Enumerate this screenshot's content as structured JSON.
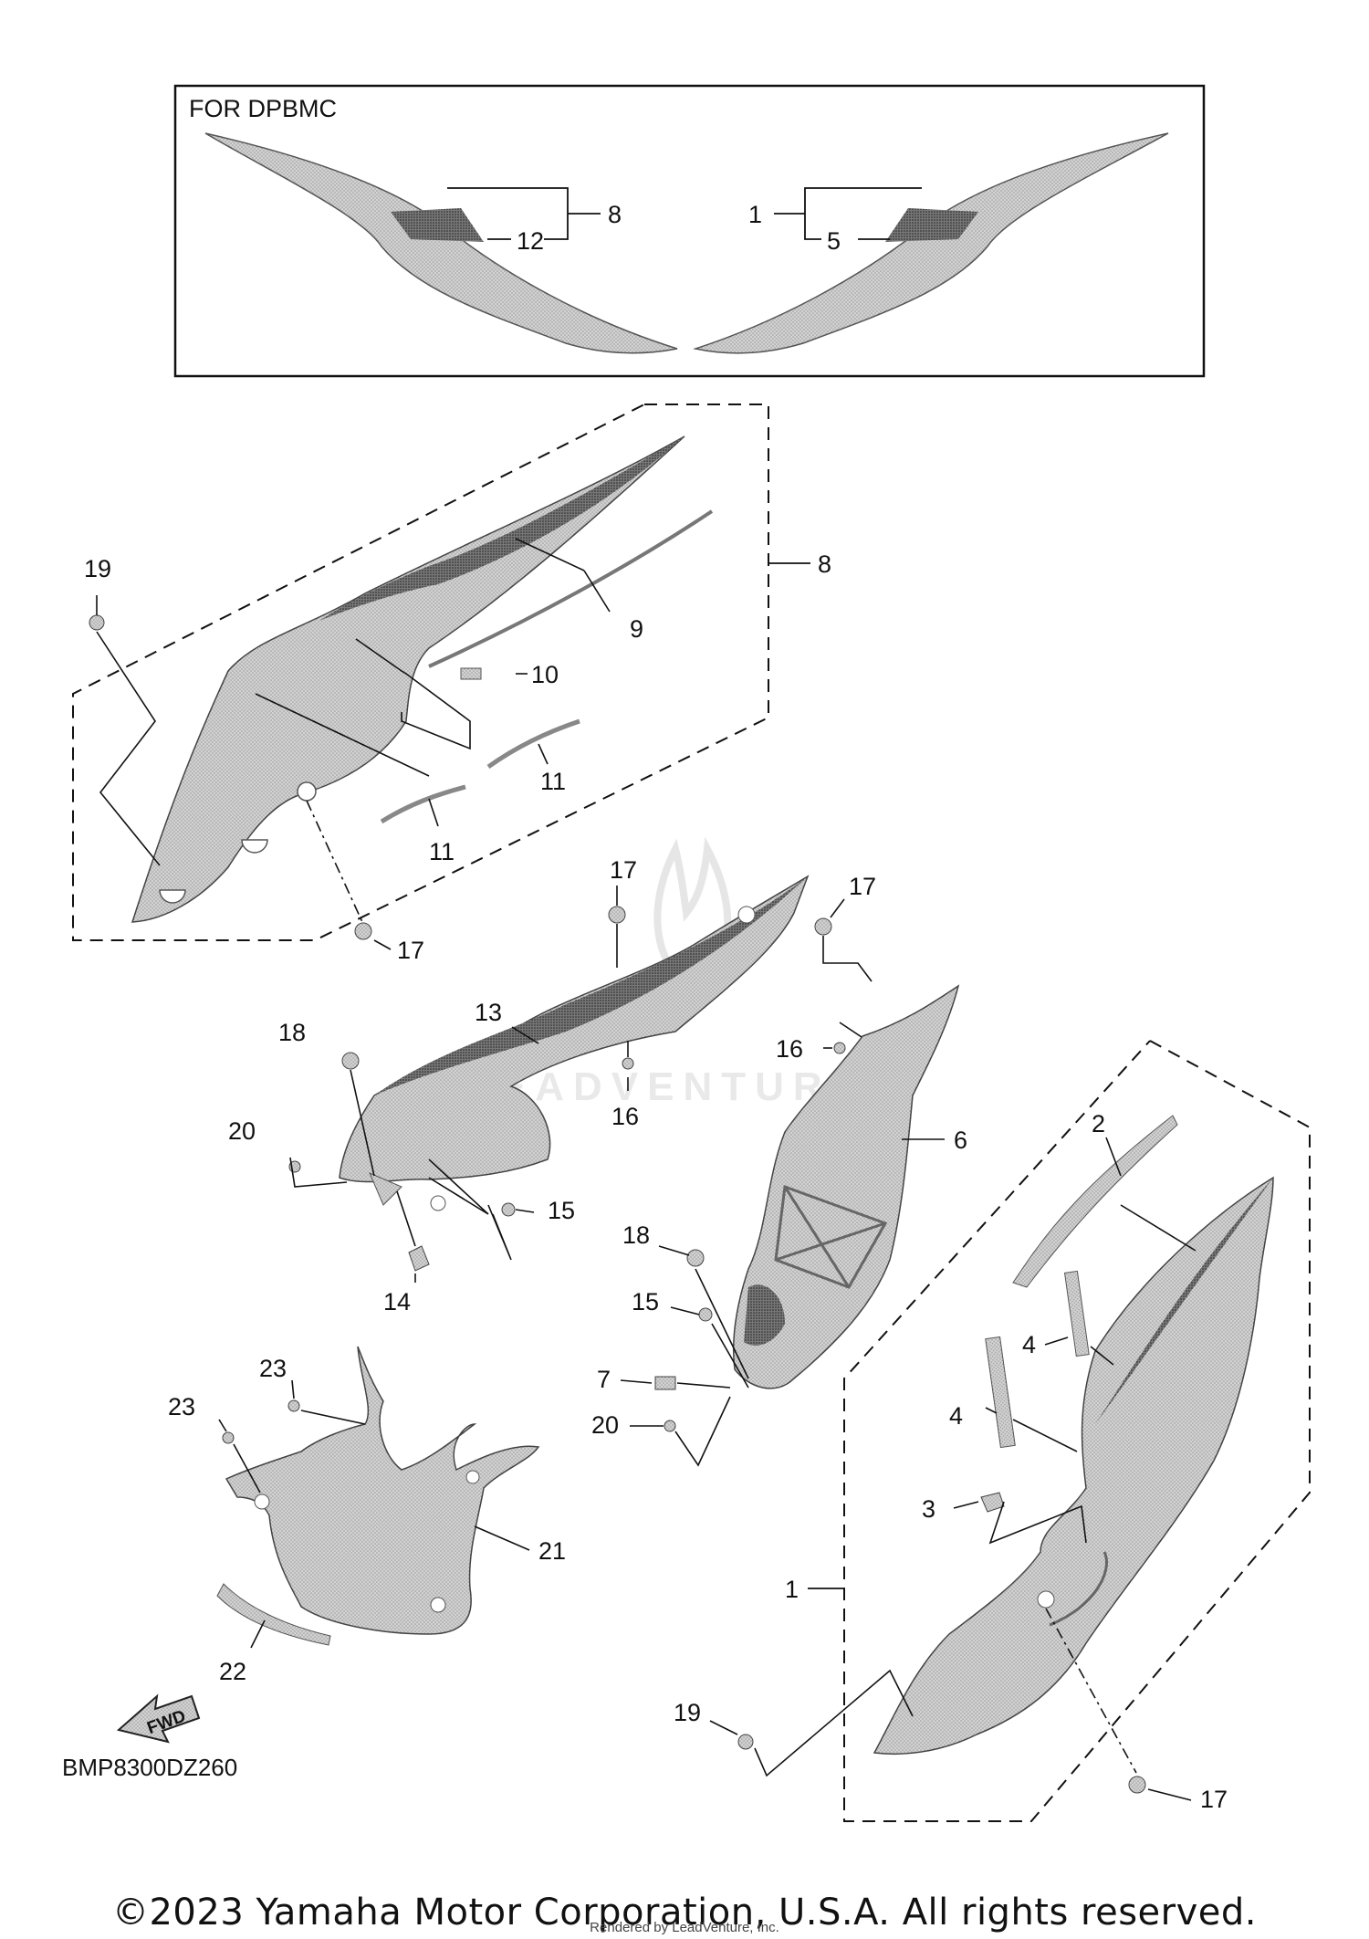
{
  "inset": {
    "title": "FOR DPBMC"
  },
  "callouts": {
    "c_inset_8": "8",
    "c_inset_12": "12",
    "c_inset_1": "1",
    "c_inset_5": "5",
    "c_8": "8",
    "c_9": "9",
    "c_10": "10",
    "c_11a": "11",
    "c_11b": "11",
    "c_19a": "19",
    "c_17a": "17",
    "c_17b": "17",
    "c_17c": "17",
    "c_13": "13",
    "c_18a": "18",
    "c_16a": "16",
    "c_16b": "16",
    "c_20a": "20",
    "c_15a": "15",
    "c_14": "14",
    "c_6": "6",
    "c_2": "2",
    "c_4a": "4",
    "c_4b": "4",
    "c_3": "3",
    "c_1": "1",
    "c_18b": "18",
    "c_15b": "15",
    "c_7": "7",
    "c_20b": "20",
    "c_23a": "23",
    "c_23b": "23",
    "c_21": "21",
    "c_22": "22",
    "c_19b": "19",
    "c_17d": "17"
  },
  "fwd_label": "FWD",
  "diagram_code": "BMP8300DZ260",
  "watermark": "LEADVENTURE",
  "copyright": "©2023 Yamaha Motor Corporation, U.S.A. All rights reserved.",
  "rendered_by": "Rendered by LeadVenture, Inc."
}
